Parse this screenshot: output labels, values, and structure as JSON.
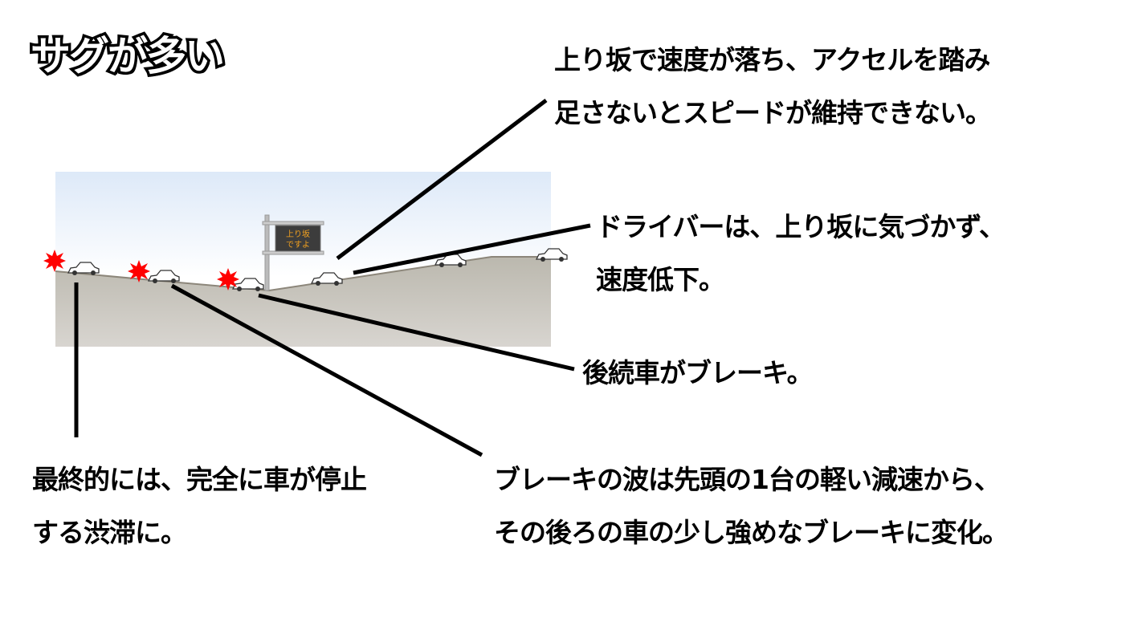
{
  "title": "サグが多い",
  "sign": {
    "line1": "上り坂",
    "line2": "ですよ"
  },
  "callouts": {
    "uphill": [
      "上り坂で速度が落ち、アクセルを踏み",
      "足さないとスピードが維持できない。"
    ],
    "driver": [
      "ドライバーは、上り坂に気づかず、",
      "速度低下。"
    ],
    "following": [
      "後続車がブレーキ。"
    ],
    "jam": [
      "最終的には、完全に車が停止",
      "する渋滞に。"
    ],
    "wave": [
      "ブレーキの波は先頭の1台の軽い減速から、",
      "その後ろの車の少し強めなブレーキに変化。"
    ]
  },
  "colors": {
    "sky_top": "#dde9f8",
    "ground": "#bdbab2",
    "brake_star": "#ff0000",
    "sign_text": "#f0a020"
  }
}
